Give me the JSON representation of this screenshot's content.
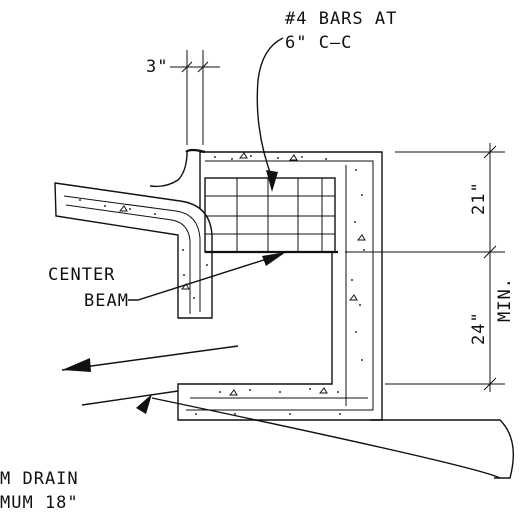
{
  "labels": {
    "bars_line1": "#4 BARS AT",
    "bars_line2": "6\" C–C",
    "cover": "3\"",
    "center_line1": "CENTER",
    "center_line2": "BEAM",
    "drain_line1": "M DRAIN",
    "drain_line2": "MUM 18\"",
    "dim_top": "21\"",
    "dim_bottom": "24\"",
    "dim_bottom_note": "MIN."
  },
  "colors": {
    "line": "#111111",
    "background": "#ffffff"
  }
}
